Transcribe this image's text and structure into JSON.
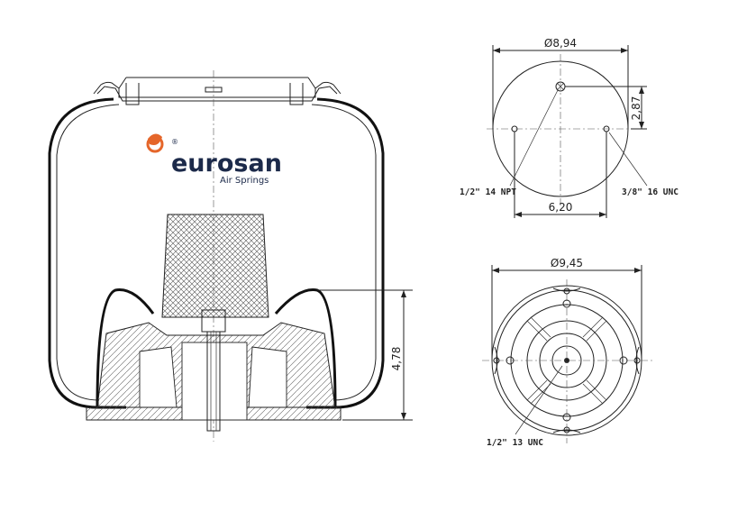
{
  "brand": {
    "name": "eurosan",
    "tagline": "Air Springs",
    "registered_mark": "®",
    "primary_color": "#1c2a4a",
    "accent_color": "#e5662a",
    "logo_icon": "flame-swirl-icon"
  },
  "dimensions": {
    "top_diameter": "Ø8,94",
    "bolt_offset": "2,87",
    "bolt_spacing": "6,20",
    "bottom_diameter": "Ø9,45",
    "height": "4,78"
  },
  "callouts": {
    "air_fitting": "1/2\" 14 NPT",
    "stud_thread": "3/8\" 16 UNC",
    "base_thread": "1/2\" 13 UNC"
  }
}
